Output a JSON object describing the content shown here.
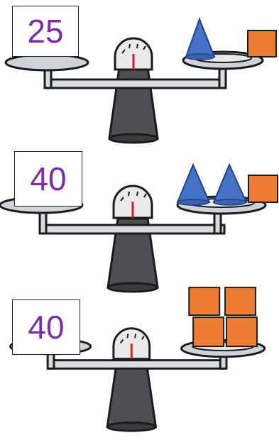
{
  "colors": {
    "number": "#7a2fa8",
    "cone": "#4472c4",
    "cube": "#ed7d31",
    "scale_body": "#4e4f52",
    "pan": "#cfd2d6",
    "needle": "#d11f1f"
  },
  "scales": [
    {
      "number": "25",
      "right_pan": [
        "cone",
        "cube"
      ]
    },
    {
      "number": "40",
      "right_pan": [
        "cone",
        "cone",
        "cube"
      ]
    },
    {
      "number": "40",
      "right_pan": [
        "cube",
        "cube",
        "cube",
        "cube"
      ]
    }
  ]
}
